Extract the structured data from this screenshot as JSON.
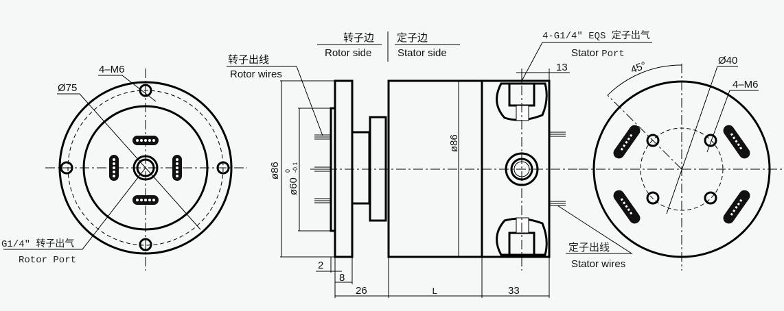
{
  "header": {
    "rotor_side_cn": "转子边",
    "rotor_side_en": "Rotor side",
    "stator_side_cn": "定子边",
    "stator_side_en": "Stator side"
  },
  "left_view": {
    "bolt_label": "4–M6",
    "diameter_label": "Ø75",
    "port_cn": "G1/4″ 转子出气",
    "port_en": "Rotor Port"
  },
  "side_view": {
    "rotor_wires_cn": "转子出线",
    "rotor_wires_en": "Rotor wires",
    "stator_port_cn": "4-G1/4″ EQS 定子出气",
    "stator_port_en_1": "Stator",
    "stator_port_en_2": "Port",
    "stator_wires_cn": "定子出线",
    "stator_wires_en": "Stator wires",
    "dim_outer": "ø86",
    "dim_spigot": "ø60",
    "dim_spigot_tol_upper": "0",
    "dim_spigot_tol_lower": "-0.1",
    "dim_body": "ø86",
    "dim_2": "2",
    "dim_8": "8",
    "dim_26": "26",
    "dim_L": "L",
    "dim_33": "33",
    "dim_13": "13"
  },
  "right_view": {
    "angle_label": "45°",
    "diameter_label": "Ø40",
    "bolt_label": "4–M6"
  }
}
